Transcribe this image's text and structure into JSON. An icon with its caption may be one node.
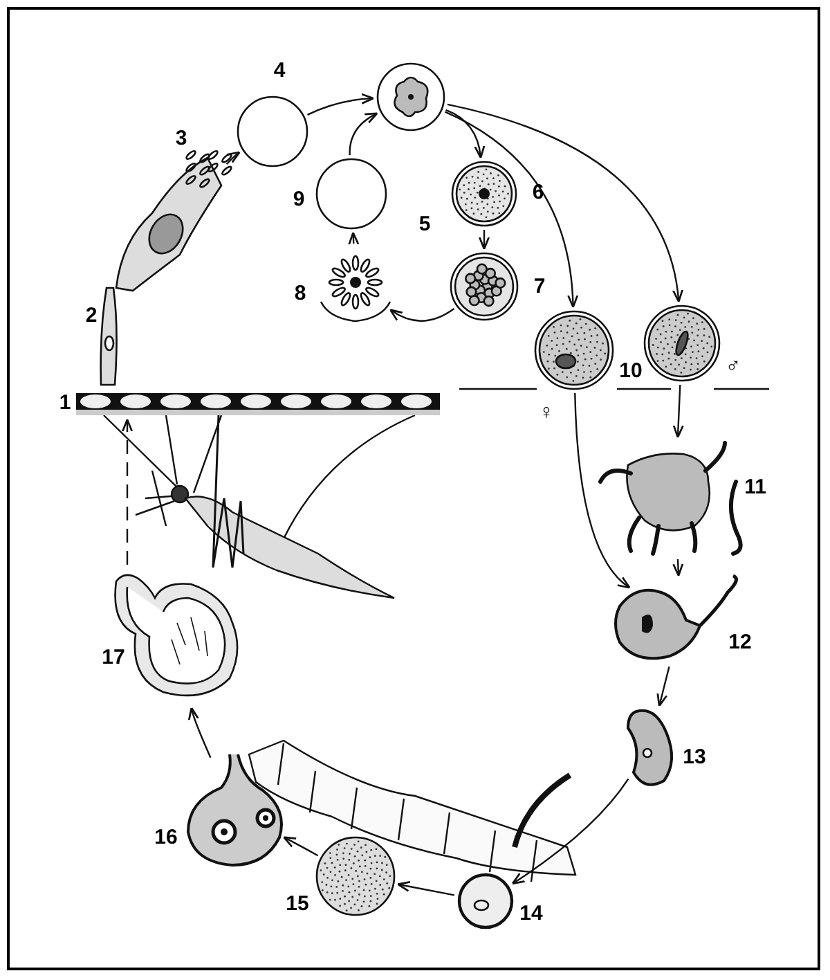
{
  "diagram": {
    "nodes": [
      {
        "text": [],
        "shape": "picture",
        "beside": [
          "1"
        ]
      },
      {
        "text": [],
        "shape": "picture",
        "beside": [
          "2"
        ]
      },
      {
        "text": [],
        "shape": "picture",
        "beside": [
          "3"
        ]
      },
      {
        "text": [],
        "shape": "circle",
        "beside": [
          "4"
        ]
      },
      {
        "text": [],
        "shape": "picture"
      },
      {
        "text": [],
        "shape": "picture",
        "beside": [
          "6"
        ]
      },
      {
        "text": [],
        "shape": "picture",
        "beside": [
          "7"
        ]
      },
      {
        "text": [],
        "shape": "picture",
        "beside": [
          "8"
        ]
      },
      {
        "text": [],
        "shape": "circle",
        "beside": [
          "9"
        ]
      },
      {
        "text": [],
        "shape": "picture",
        "beside": [
          "♀"
        ]
      },
      {
        "text": [],
        "shape": "picture",
        "beside": [
          "♂"
        ]
      },
      {
        "text": [],
        "shape": "picture",
        "beside": [
          "11"
        ]
      },
      {
        "text": [],
        "shape": "picture",
        "beside": [
          "12"
        ]
      },
      {
        "text": [],
        "shape": "picture",
        "beside": [
          "13"
        ]
      },
      {
        "text": [],
        "shape": "picture",
        "beside": [
          "14"
        ]
      },
      {
        "text": [],
        "shape": "picture",
        "beside": [
          "15"
        ]
      },
      {
        "text": [],
        "shape": "picture",
        "beside": [
          "16"
        ]
      },
      {
        "text": [],
        "shape": "picture",
        "beside": [
          "17"
        ]
      }
    ],
    "edges": [
      {
        "from": 2,
        "to": 3,
        "arrow": "to"
      },
      {
        "from": 3,
        "to": 4,
        "arrow": "to"
      },
      {
        "from": 8,
        "to": 4,
        "arrow": "to"
      },
      {
        "from": 4,
        "to": 5,
        "arrow": "to"
      },
      {
        "from": 5,
        "to": 6,
        "arrow": "to"
      },
      {
        "from": 6,
        "to": 7,
        "arrow": "to"
      },
      {
        "from": 7,
        "to": 8,
        "arrow": "to"
      },
      {
        "from": 4,
        "to": 9,
        "arrow": "to"
      },
      {
        "from": 4,
        "to": 10,
        "arrow": "to"
      },
      {
        "from": 10,
        "to": 11,
        "arrow": "to"
      },
      {
        "from": 11,
        "to": 12,
        "arrow": "to"
      },
      {
        "from": 9,
        "to": 12,
        "arrow": "to"
      },
      {
        "from": 12,
        "to": 13,
        "arrow": "to"
      },
      {
        "from": 13,
        "to": 14,
        "arrow": "to"
      },
      {
        "from": 14,
        "to": 15,
        "arrow": "to"
      },
      {
        "from": 15,
        "to": 16,
        "arrow": "to"
      },
      {
        "from": 16,
        "to": 17,
        "arrow": "to"
      },
      {
        "from": 17,
        "to": 0,
        "arrow": "to",
        "style": "dashed"
      }
    ],
    "labels": [
      "5",
      "10"
    ]
  }
}
